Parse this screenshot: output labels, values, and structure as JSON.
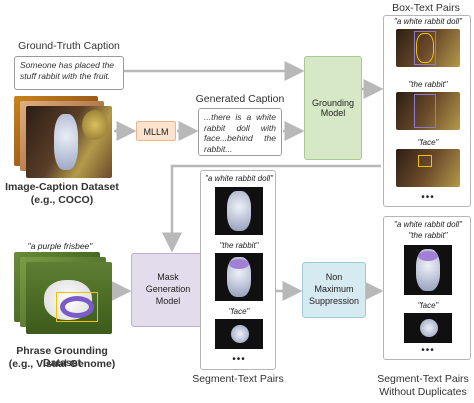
{
  "ground_truth": {
    "title": "Ground-Truth Caption",
    "text": "Someone has placed the stuff rabbit with the fruit."
  },
  "image_caption_dataset": {
    "line1": "Image-Caption Dataset",
    "line2": "(e.g., COCO)"
  },
  "mllm": {
    "label": "MLLM"
  },
  "generated_caption": {
    "title": "Generated Caption",
    "text": "...there is a white rabbit doll with face...behind the rabbit..."
  },
  "grounding_model": {
    "line1": "Grounding",
    "line2": "Model"
  },
  "box_text_pairs": {
    "title": "Box-Text Pairs",
    "captions": [
      "\"a white rabbit doll\"",
      "\"the rabbit\"",
      "\"face\""
    ],
    "ellipsis": "•••"
  },
  "phrase_grounding": {
    "caption": "\"a purple frisbee\"",
    "line1": "Phrase Grounding Dataset",
    "line2": "(e.g., Visual Genome)"
  },
  "mask_generation": {
    "line1": "Mask",
    "line2": "Generation",
    "line3": "Model"
  },
  "segment_text_pairs": {
    "title": "Segment-Text Pairs",
    "captions": [
      "\"a white rabbit doll\"",
      "\"the rabbit\"",
      "\"face\""
    ],
    "ellipsis": "•••"
  },
  "nms": {
    "line1": "Non",
    "line2": "Maximum",
    "line3": "Suppression"
  },
  "segment_text_no_dup": {
    "line1": "Segment-Text Pairs",
    "line2": "Without Duplicates",
    "caption1": "\"a white rabbit doll\"",
    "caption2": "\"the rabbit\"",
    "caption3": "\"face\"",
    "ellipsis": "•••"
  },
  "colors": {
    "mllm_fill": "#fbe3cf",
    "mllm_border": "#e8b792",
    "grounding_fill": "#d7e8c6",
    "grounding_border": "#a9c98f",
    "mask_fill": "#e3dced",
    "mask_border": "#bdb0d1",
    "nms_fill": "#d5eaf1",
    "nms_border": "#9fcadb",
    "arrow": "#b8b8b8",
    "box_yellow": "#f2c200",
    "box_purple": "#8e7bd0"
  }
}
